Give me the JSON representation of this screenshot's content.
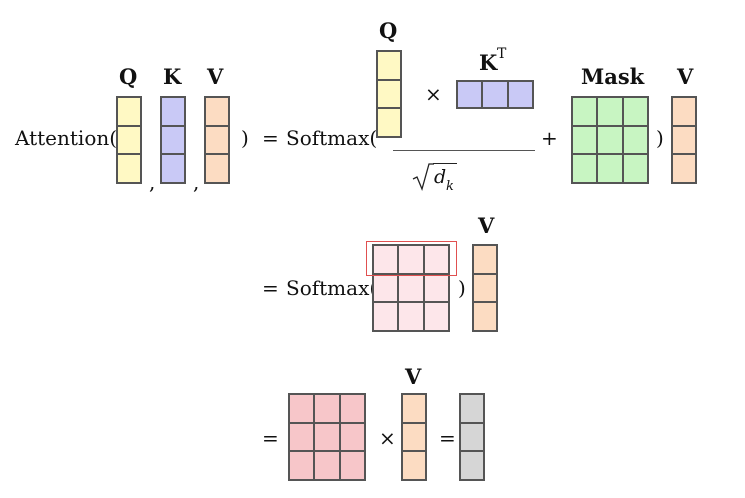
{
  "colors": {
    "query": "#fff9c4",
    "key": "#c9c9f6",
    "value": "#fcdcc2",
    "mask": "#c8f5c2",
    "softmax_scores": "#fde6ea",
    "attention_weights": "#f7c6c9",
    "output": "#d6d6d6",
    "highlight_row": "#e05050"
  },
  "row1": {
    "lhs_function": "Attention(",
    "lhs_close": ")",
    "label_q": "Q",
    "label_k": "K",
    "label_v": "V",
    "comma1": ",",
    "comma2": ",",
    "equals": "=",
    "softmax_open": "Softmax(",
    "numerator_label_q": "Q",
    "times": "×",
    "label_kt": "K",
    "kt_superscript": "T",
    "denominator_sqrt": "d",
    "denominator_sub": "k",
    "plus": "+",
    "label_mask": "Mask",
    "softmax_close": ")",
    "label_v_right": "V"
  },
  "row2": {
    "equals": "=",
    "softmax_open": "Softmax(",
    "softmax_close": ")",
    "label_v": "V"
  },
  "row3": {
    "equals1": "=",
    "label_v": "V",
    "times": "×",
    "equals2": "="
  }
}
